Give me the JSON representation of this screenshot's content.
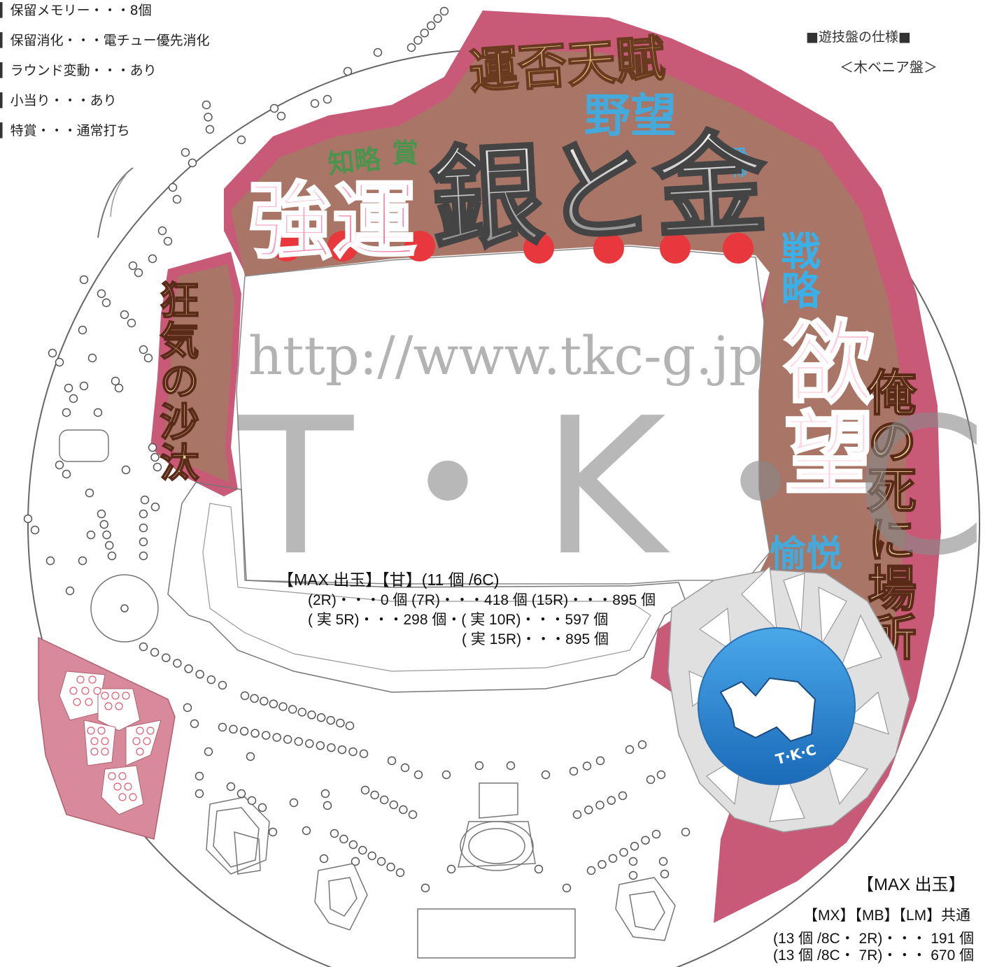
{
  "specs": [
    "保留メモリー・・・8個",
    "保留消化・・・電チュー優先消化",
    "ラウンド変動・・・あり",
    "小当り・・・あり",
    "特賞・・・通常打ち"
  ],
  "board_spec": {
    "title": "■遊技盤の仕様■",
    "type": "＜木ベニア盤＞"
  },
  "watermark": {
    "url": "http://www.tkc-g.jp",
    "logo": "T・K・C"
  },
  "artwork_text": {
    "top_banner": "運否天賦",
    "top_right": "野望",
    "small_left": "知略",
    "small_mid": "賞",
    "small_right": "恐怖",
    "logo_left": "強運",
    "logo_main": "銀と金",
    "left_pillar": "狂気の沙汰",
    "right_small": "戦略",
    "right_big": "欲望",
    "right_column": "俺の死に場所",
    "right_lower": "愉悦",
    "badge_logo": "T·K·C"
  },
  "payout_center": {
    "title": "【MAX 出玉】【甘】(11 個 /6C)",
    "line1": "(2R)・・・0 個 (7R)・・・418 個 (15R)・・・895 個",
    "line2": "( 実 5R)・・・298 個・( 実 10R)・・・597 個",
    "line3": "( 実 15R)・・・895 個"
  },
  "payout_right": {
    "title": "【MAX 出玉】",
    "models": "【MX】【MB】【LM】共通",
    "line1": "(13 個 /8C・ 2R)・・・ 191 個",
    "line2": "(13 個 /8C・ 7R)・・・ 670 個"
  },
  "colors": {
    "frame_pink": "#c85a78",
    "frame_brown": "#a87566",
    "badge_blue": "#3aa8e0",
    "outline": "#555555",
    "pink_pocket": "#d98a9a",
    "red_lamp": "#e8383d"
  }
}
